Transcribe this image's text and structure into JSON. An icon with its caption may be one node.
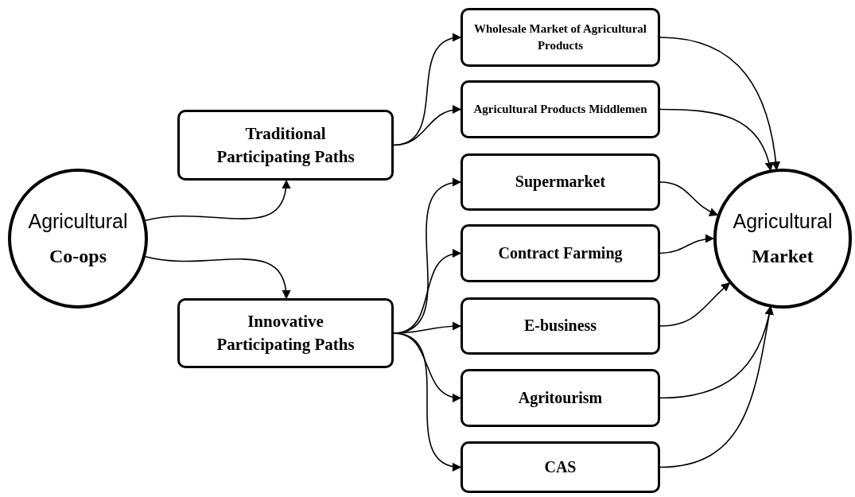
{
  "diagram": {
    "nodes": [
      {
        "text": [
          "Agricultural",
          "Co-ops"
        ]
      },
      {
        "text": [
          "Traditional Participating Paths"
        ]
      },
      {
        "text": [
          "Innovative Participating Paths"
        ]
      },
      {
        "text": [
          "Wholesale Market of Agricultural Products"
        ]
      },
      {
        "text": [
          "Agricultural Products Middlemen"
        ]
      },
      {
        "text": [
          "Supermarket"
        ]
      },
      {
        "text": [
          "Contract Farming"
        ]
      },
      {
        "text": [
          "E-business"
        ]
      },
      {
        "text": [
          "Agritourism"
        ]
      },
      {
        "text": [
          "CAS"
        ]
      },
      {
        "text": [
          "Agricultural",
          "Market"
        ]
      }
    ],
    "edges": [
      {
        "from": 0,
        "to": 1,
        "arrow": "to"
      },
      {
        "from": 0,
        "to": 2,
        "arrow": "to"
      },
      {
        "from": 1,
        "to": 3,
        "arrow": "to"
      },
      {
        "from": 1,
        "to": 4,
        "arrow": "to"
      },
      {
        "from": 2,
        "to": 5,
        "arrow": "to"
      },
      {
        "from": 2,
        "to": 6,
        "arrow": "to"
      },
      {
        "from": 2,
        "to": 7,
        "arrow": "to"
      },
      {
        "from": 2,
        "to": 8,
        "arrow": "to"
      },
      {
        "from": 2,
        "to": 9,
        "arrow": "to"
      },
      {
        "from": 3,
        "to": 10,
        "arrow": "to"
      },
      {
        "from": 4,
        "to": 10,
        "arrow": "to"
      },
      {
        "from": 5,
        "to": 10,
        "arrow": "to"
      },
      {
        "from": 6,
        "to": 10,
        "arrow": "to"
      },
      {
        "from": 7,
        "to": 10,
        "arrow": "to"
      },
      {
        "from": 8,
        "to": 10,
        "arrow": "to"
      },
      {
        "from": 9,
        "to": 10,
        "arrow": "to"
      }
    ]
  }
}
